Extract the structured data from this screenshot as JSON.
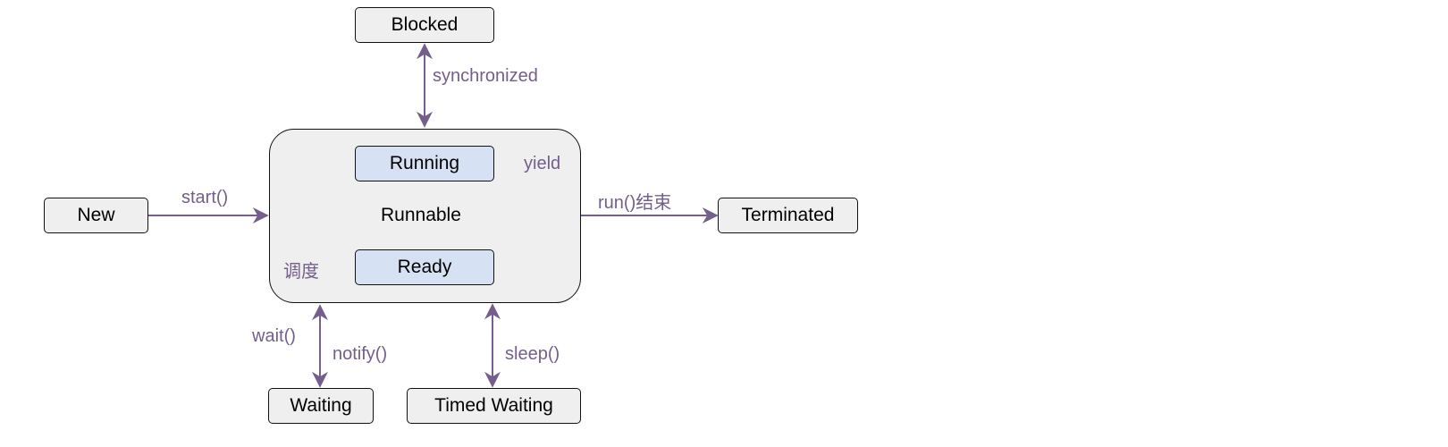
{
  "diagram": {
    "colors": {
      "edge": "#745e8c",
      "node_fill": "#efefef",
      "inner_fill": "#d6e2f3",
      "border": "#111111"
    },
    "container": {
      "label": "Runnable"
    },
    "nodes": {
      "blocked": "Blocked",
      "new": "New",
      "terminated": "Terminated",
      "running": "Running",
      "ready": "Ready",
      "waiting": "Waiting",
      "timed_waiting": "Timed Waiting"
    },
    "edges": {
      "synchronized": "synchronized",
      "start": "start()",
      "run_end": "run()结束",
      "yield": "yield",
      "schedule": "调度",
      "wait": "wait()",
      "notify": "notify()",
      "sleep": "sleep()"
    }
  }
}
